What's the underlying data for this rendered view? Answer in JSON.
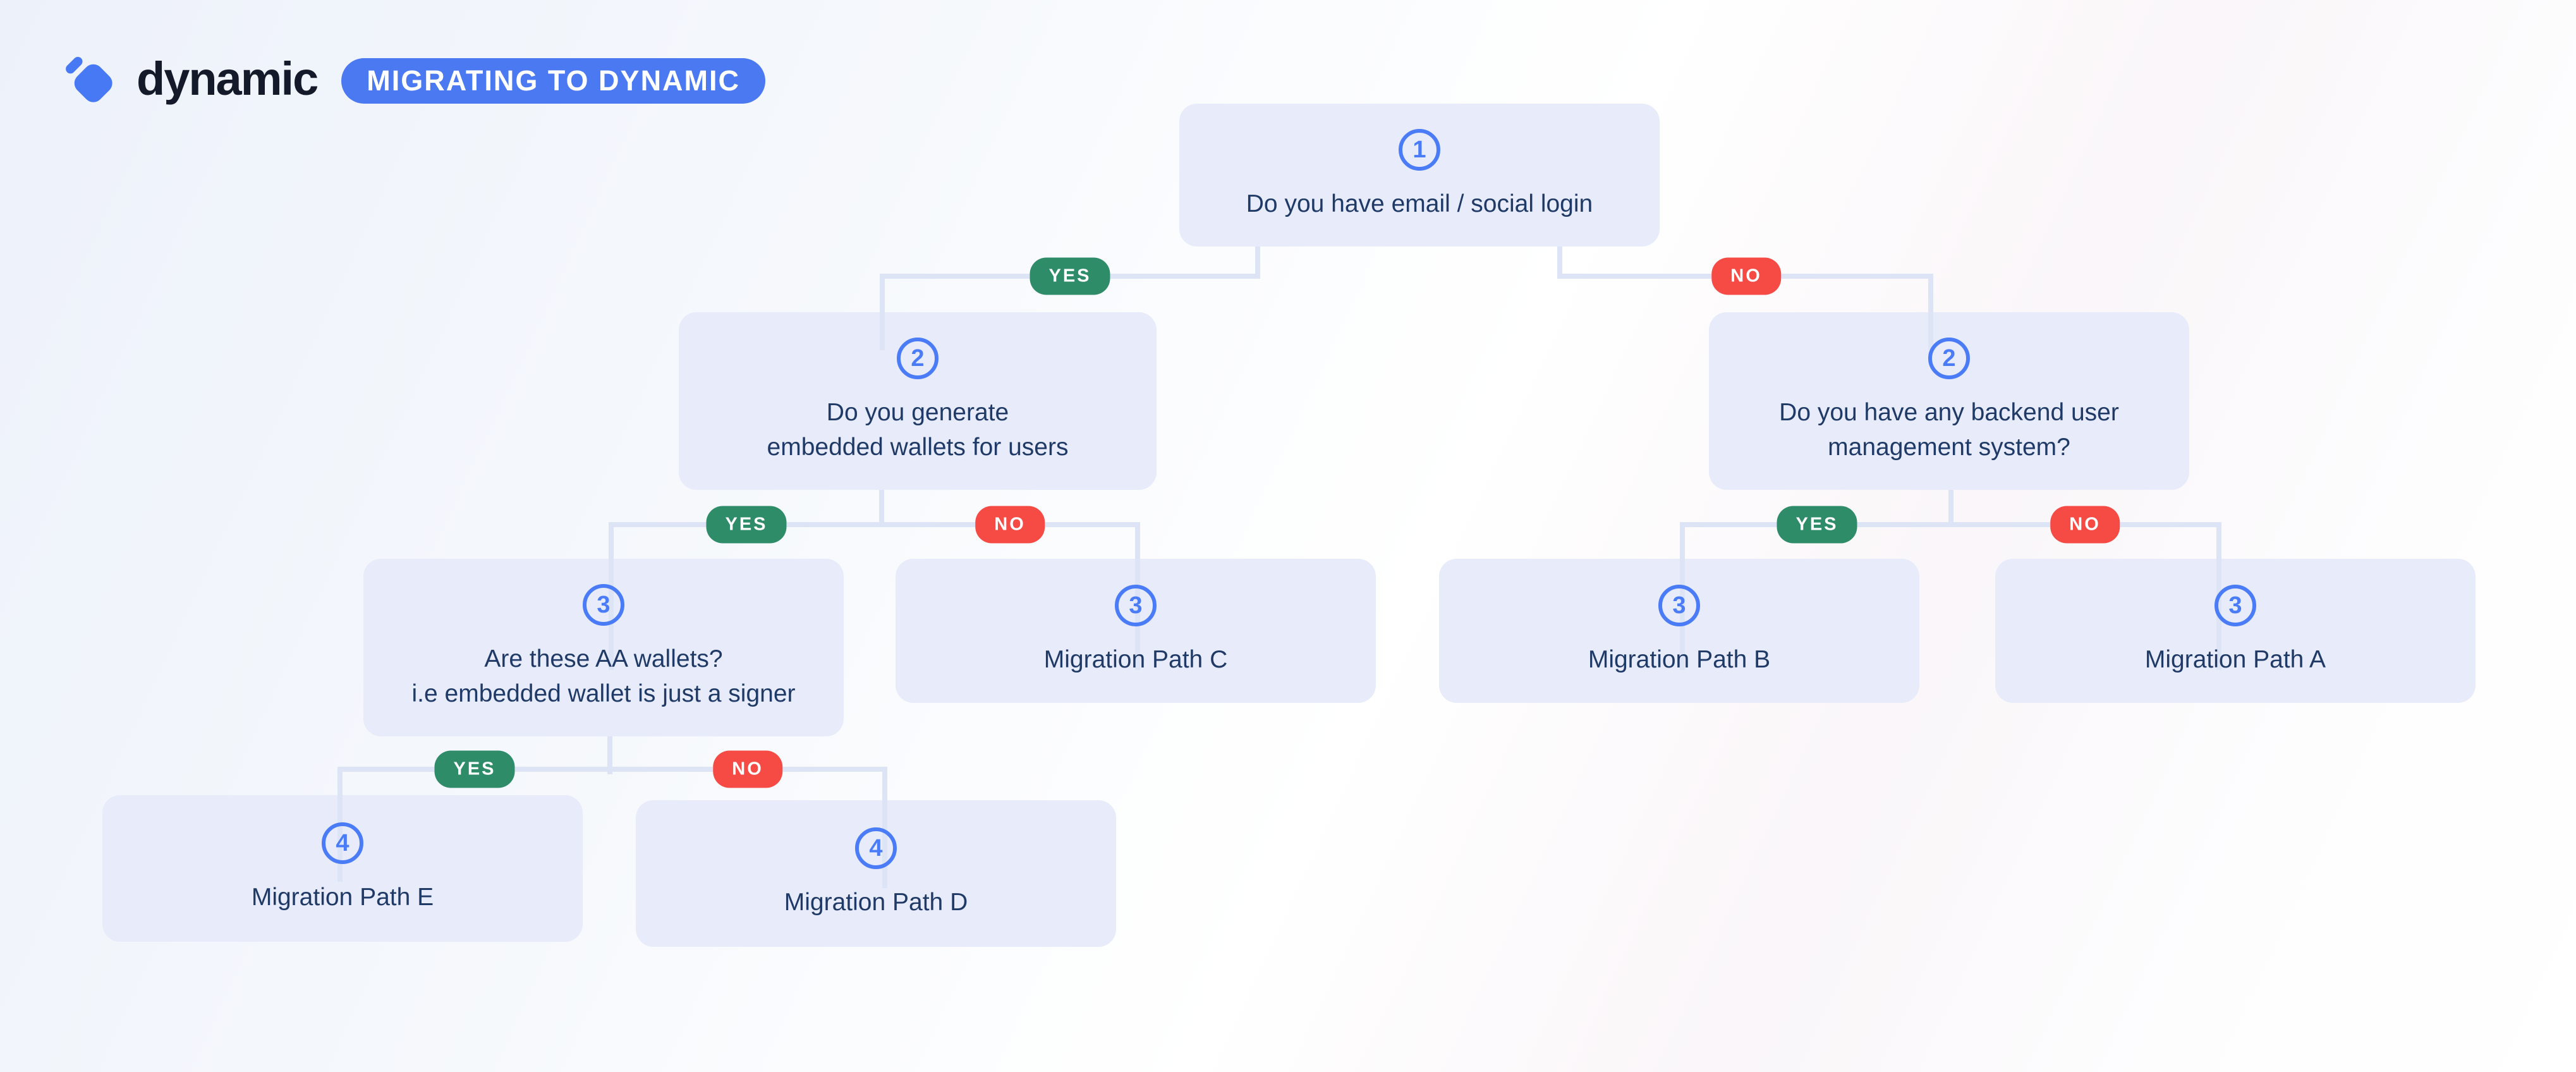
{
  "header": {
    "brand": "dynamic",
    "badge": "MIGRATING TO DYNAMIC"
  },
  "labels": {
    "yes": "YES",
    "no": "NO"
  },
  "colors": {
    "accent_blue": "#4b7cf7",
    "brand_pill_blue": "#4b79f2",
    "yes_green": "#2e8c69",
    "no_red": "#f64a45",
    "node_fill": "#e7ebfa",
    "connector": "#dde4f6",
    "text_navy": "#1f3a67",
    "wordmark": "#141a29"
  },
  "nodes": [
    {
      "step": "1",
      "text": "Do you have email / social login"
    },
    {
      "step": "2",
      "text": "Do you generate\nembedded wallets for users"
    },
    {
      "step": "2",
      "text": "Do you have any backend user\nmanagement system?"
    },
    {
      "step": "3",
      "text": "Are these AA wallets?\ni.e embedded wallet is just a signer"
    },
    {
      "step": "3",
      "text": "Migration Path C"
    },
    {
      "step": "3",
      "text": "Migration Path B"
    },
    {
      "step": "3",
      "text": "Migration Path A"
    },
    {
      "step": "4",
      "text": "Migration Path E"
    },
    {
      "step": "4",
      "text": "Migration Path D"
    }
  ]
}
